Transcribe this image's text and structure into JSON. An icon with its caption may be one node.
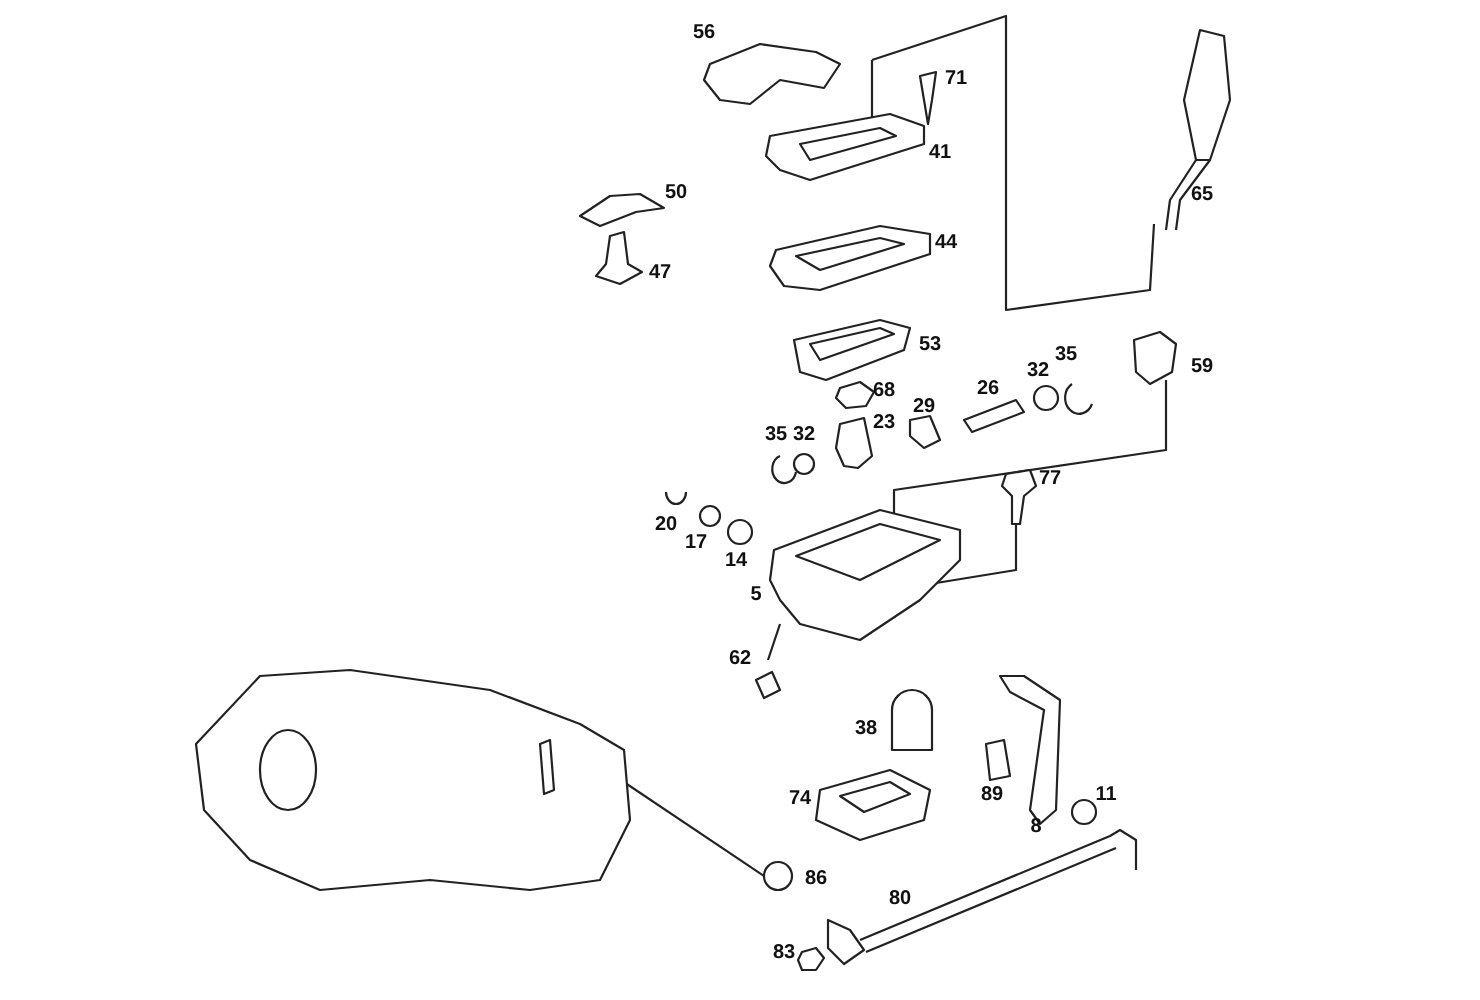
{
  "diagram": {
    "labels": [
      "56",
      "71",
      "41",
      "50",
      "65",
      "47",
      "44",
      "53",
      "68",
      "26",
      "32",
      "35",
      "59",
      "29",
      "35",
      "32",
      "23",
      "77",
      "20",
      "17",
      "14",
      "5",
      "62",
      "38",
      "74",
      "89",
      "8",
      "11",
      "86",
      "80",
      "83"
    ]
  }
}
